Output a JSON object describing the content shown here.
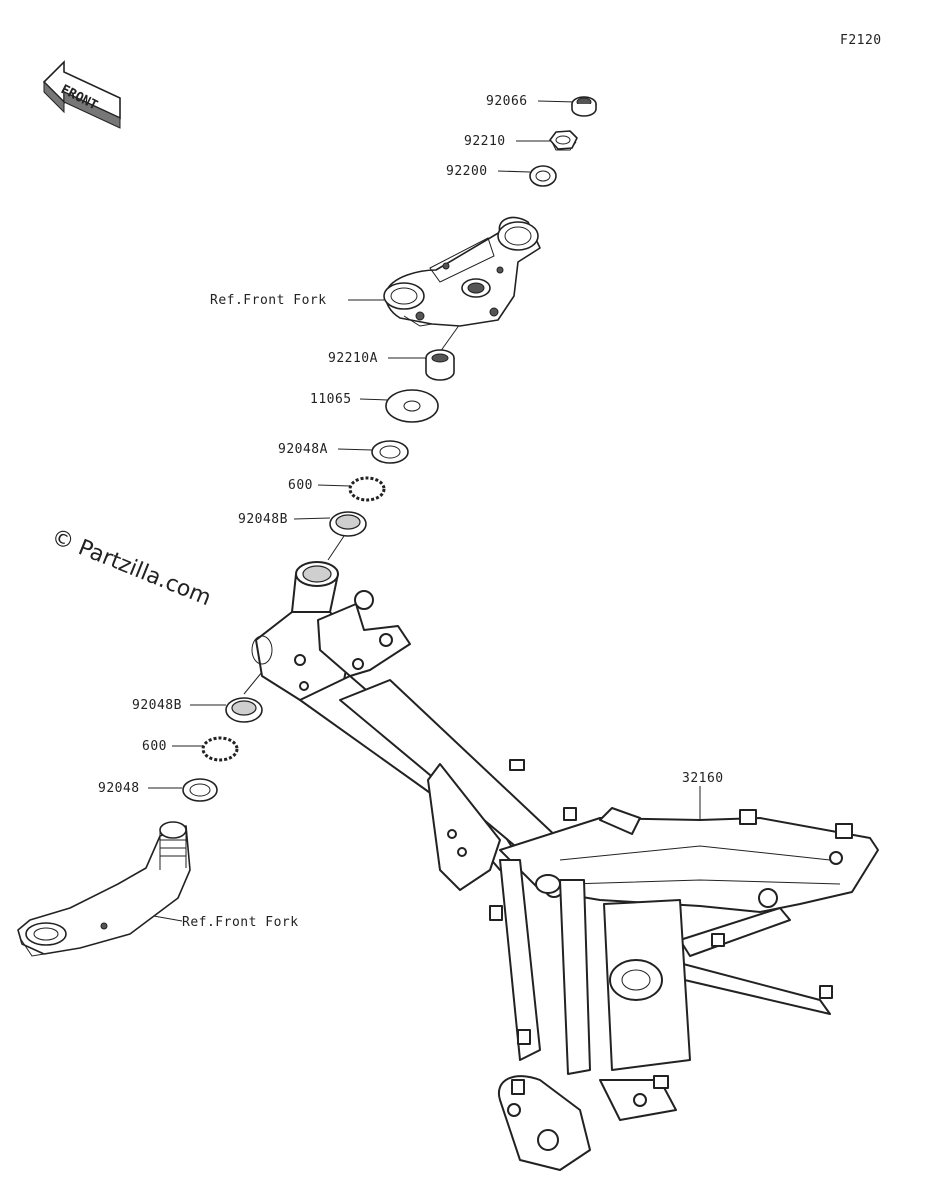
{
  "figure_code": "F2120",
  "watermark": "© Partzilla.com",
  "front_badge": "FRONT",
  "callouts": [
    {
      "id": "c-92066",
      "label": "92066"
    },
    {
      "id": "c-92210",
      "label": "92210"
    },
    {
      "id": "c-92200",
      "label": "92200"
    },
    {
      "id": "c-ref-upper",
      "label": "Ref.Front Fork"
    },
    {
      "id": "c-92210A",
      "label": "92210A"
    },
    {
      "id": "c-11065",
      "label": "11065"
    },
    {
      "id": "c-92048A",
      "label": "92048A"
    },
    {
      "id": "c-600-upper",
      "label": "600"
    },
    {
      "id": "c-92048B-upper",
      "label": "92048B"
    },
    {
      "id": "c-92048B-lower",
      "label": "92048B"
    },
    {
      "id": "c-600-lower",
      "label": "600"
    },
    {
      "id": "c-92048",
      "label": "92048"
    },
    {
      "id": "c-ref-lower",
      "label": "Ref.Front Fork"
    },
    {
      "id": "c-32160",
      "label": "32160"
    }
  ]
}
